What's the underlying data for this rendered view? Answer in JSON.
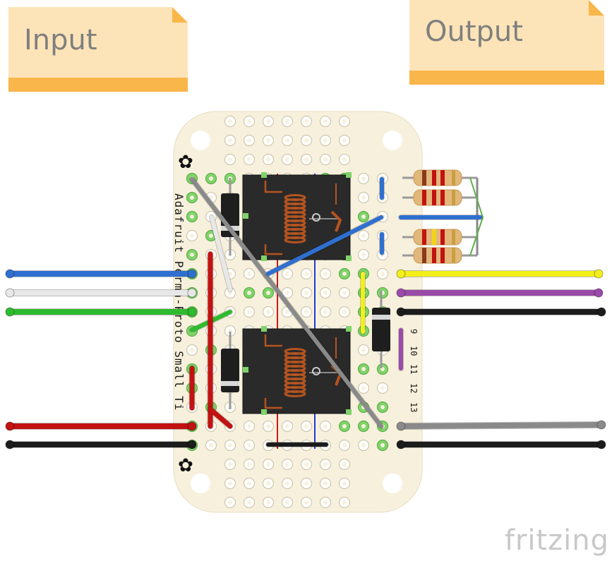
{
  "notes": {
    "input_label": "Input",
    "output_label": "Output"
  },
  "board": {
    "name": "Adafruit Perma-Proto Small Ti",
    "pin_numbers": [
      "9",
      "10",
      "11",
      "12",
      "13"
    ],
    "colors": {
      "pcb": "#f7f0dc",
      "pad_green": "#7fd36a",
      "relay": "#2a2a2a",
      "coil": "#b5541f"
    }
  },
  "wires": {
    "colors": {
      "blue": "#2f6fd0",
      "white": "#e8e8e8",
      "green": "#2fbb2f",
      "red": "#c21212",
      "black": "#1c1c1c",
      "yellow": "#f2ef1a",
      "purple": "#9a4aa8",
      "gray": "#8a8a8a"
    }
  },
  "brand": {
    "logo_text": "fritzing"
  }
}
